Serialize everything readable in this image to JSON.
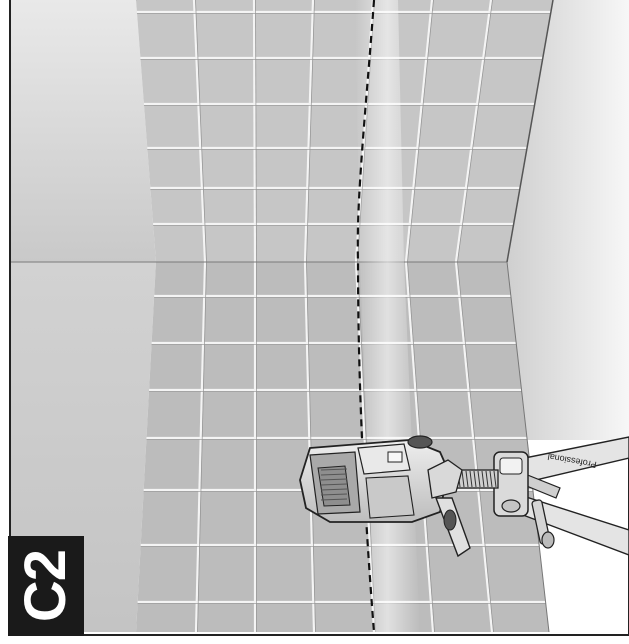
{
  "figure": {
    "label": "C2",
    "brand_text": "Professional"
  },
  "scene": {
    "objects": [
      "tiled-back-wall",
      "tiled-floor",
      "right-side-wall",
      "vertical-laser-line",
      "line-laser-device",
      "tripod-mount"
    ]
  },
  "colors": {
    "wall": "#c4c4c4",
    "floor": "#bababa",
    "grout": "#f2f2f2",
    "laser_line": "#111111",
    "label_bg": "#1a1a1a"
  }
}
